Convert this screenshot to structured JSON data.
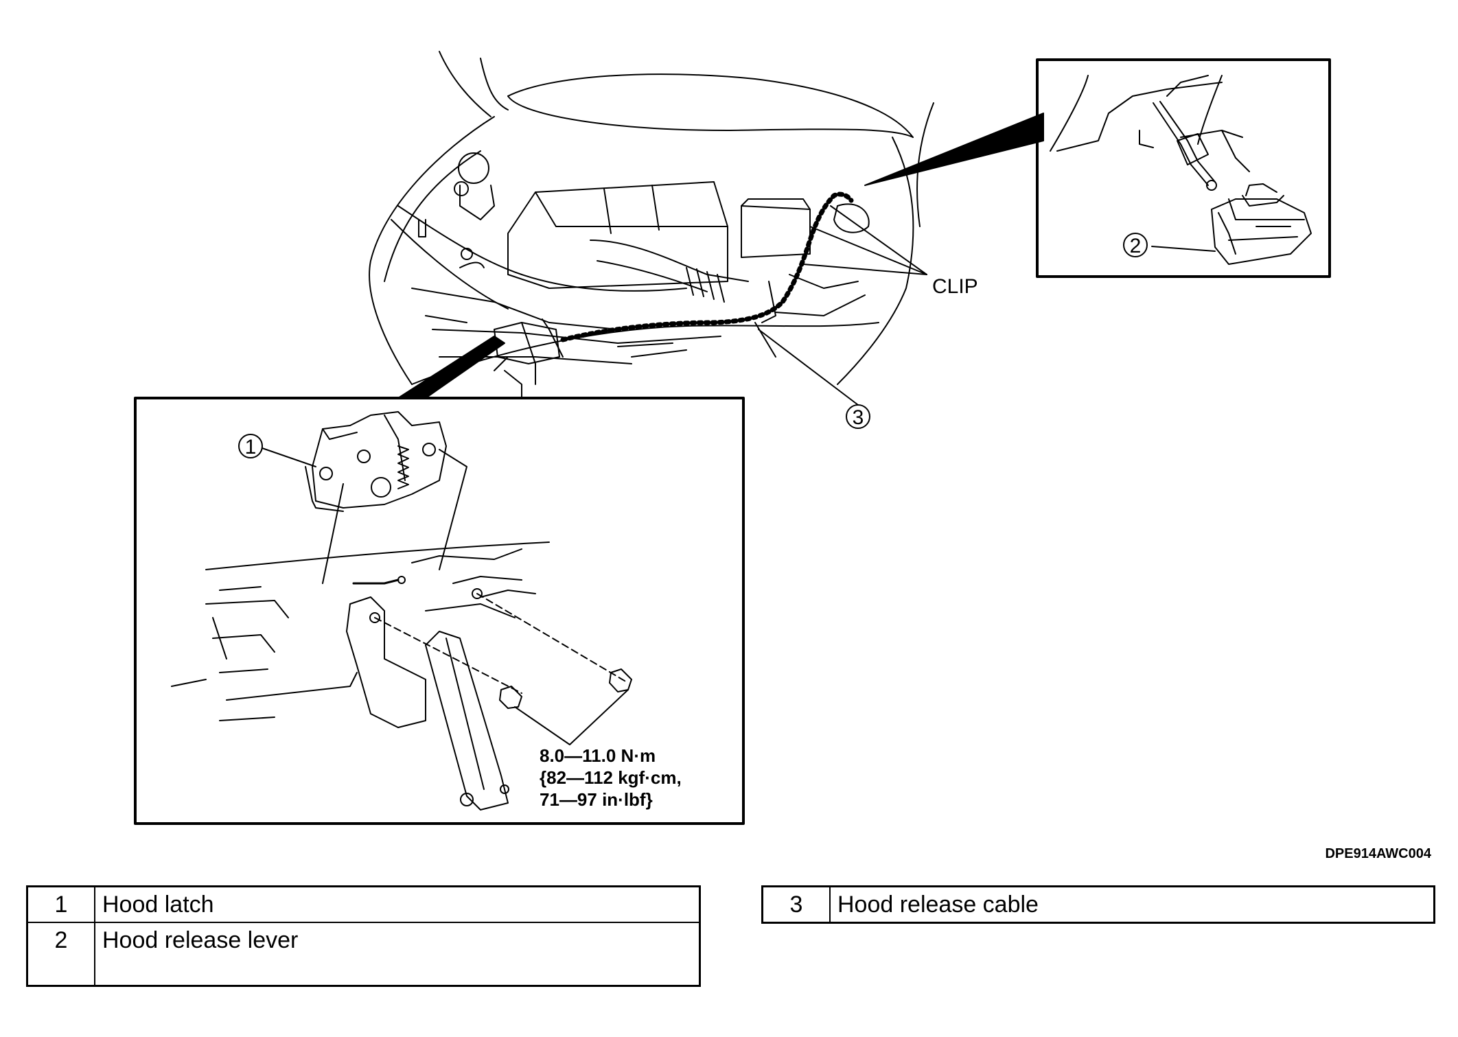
{
  "diagram": {
    "callouts": {
      "one": "1",
      "two": "2",
      "three": "3",
      "clip": "CLIP"
    },
    "torque_spec": [
      "8.0—11.0 N·m",
      "{82—112 kgf·cm,",
      "71—97 in·lbf}"
    ],
    "figure_code": "DPE914AWC004"
  },
  "legend": {
    "left": [
      {
        "number": "1",
        "label": "Hood latch"
      },
      {
        "number": "2",
        "label": "Hood release lever"
      }
    ],
    "right": [
      {
        "number": "3",
        "label": "Hood release cable"
      }
    ]
  }
}
